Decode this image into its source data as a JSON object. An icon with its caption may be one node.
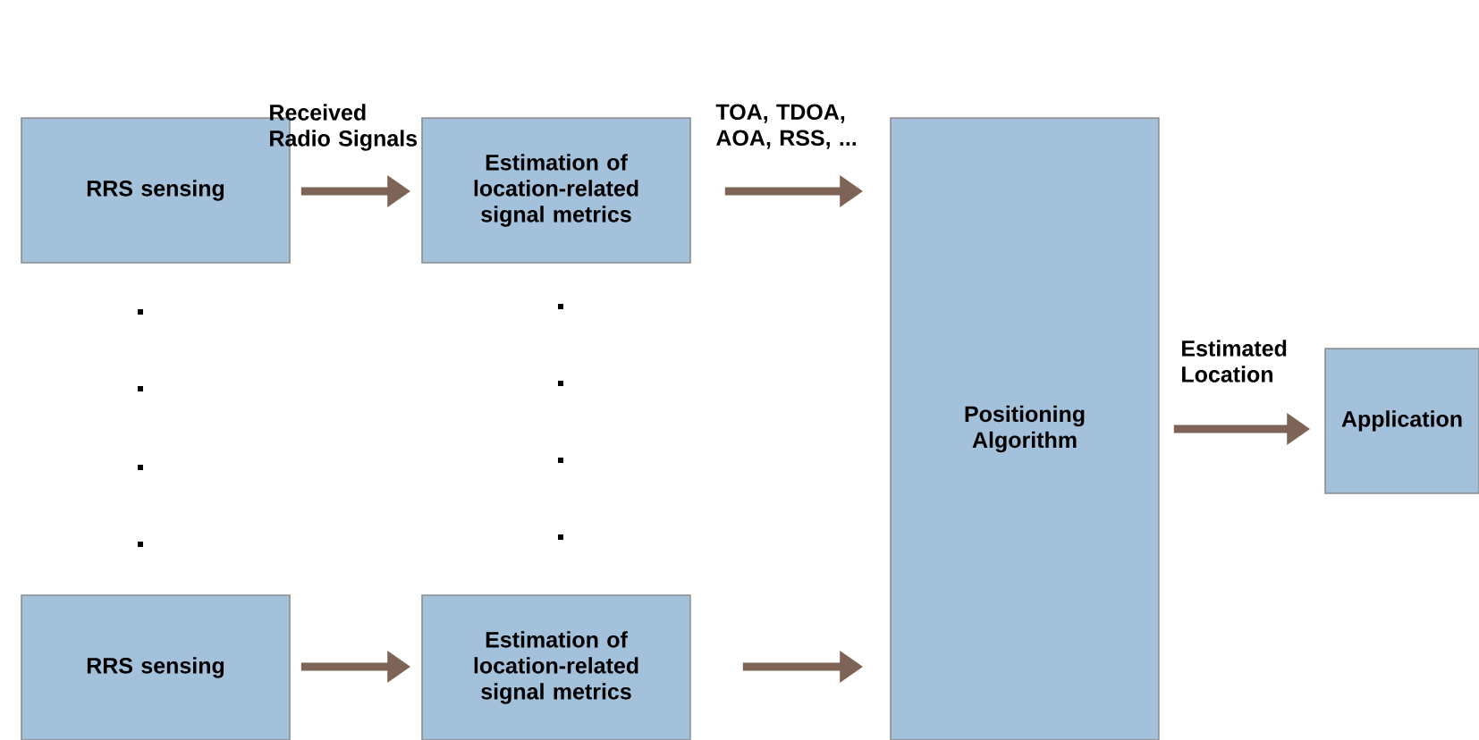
{
  "diagram": {
    "nodes": [
      {
        "text": [
          "RRS sensing"
        ]
      },
      {
        "text": [
          "Estimation of location-related signal metrics"
        ]
      },
      {
        "text": [
          "Positioning Algorithm"
        ]
      },
      {
        "text": [
          "Application"
        ]
      },
      {
        "text": [
          "RRS sensing"
        ]
      },
      {
        "text": [
          "Estimation of location-related signal metrics"
        ]
      }
    ],
    "edges": [
      {
        "from": 0,
        "to": 1,
        "arrow": "to",
        "label": "Received Radio Signals"
      },
      {
        "from": 1,
        "to": 2,
        "arrow": "to",
        "label": "TOA, TDOA, AOA, RSS, ..."
      },
      {
        "from": 2,
        "to": 3,
        "arrow": "to",
        "label": "Estimated Location"
      },
      {
        "from": 4,
        "to": 5,
        "arrow": "to"
      },
      {
        "from": 5,
        "to": 2,
        "arrow": "to"
      }
    ]
  }
}
